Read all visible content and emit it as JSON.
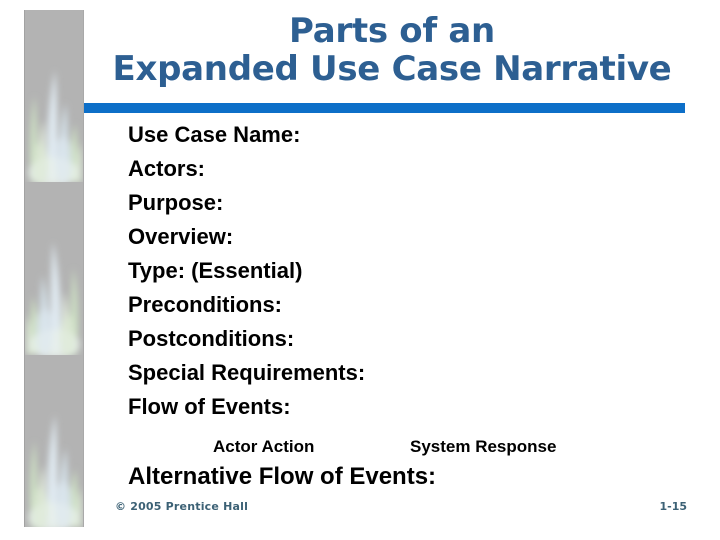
{
  "title": {
    "line1": "Parts of an",
    "line2": "Expanded Use Case Narrative"
  },
  "body_lines": [
    "Use Case Name:",
    "Actors:",
    "Purpose:",
    "Overview:",
    "Type: (Essential)",
    "Preconditions:",
    "Postconditions:",
    "Special Requirements:",
    "Flow of Events:"
  ],
  "columns": {
    "actor": "Actor Action",
    "system": "System Response"
  },
  "alternative": "Alternative Flow of Events:",
  "footer": {
    "copyright": "© 2005  Prentice Hall",
    "page": "1-15"
  },
  "colors": {
    "title_blue": "#2d5f92",
    "rule_blue": "#0d6fc8",
    "body_text": "#000000",
    "footer_slate": "#3c6175",
    "strip_gray": "#b3b3b3",
    "flame_green": "#cfe3c4",
    "flame_blue": "#d8e7f0",
    "flame_light": "#e9f2ec"
  }
}
